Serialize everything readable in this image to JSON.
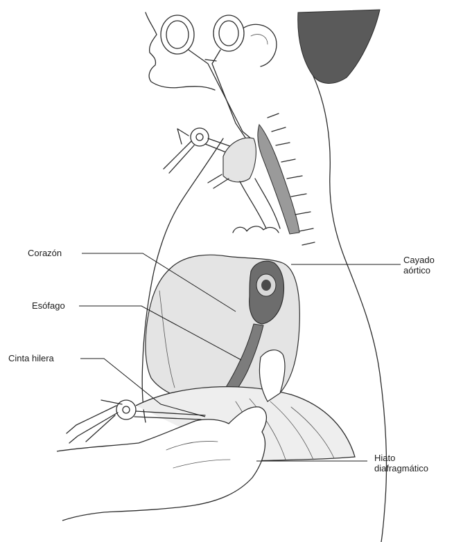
{
  "labels": {
    "corazon": "Corazón",
    "esofago": "Esófago",
    "cinta_hilera": "Cinta hilera",
    "cayado_aortico_line1": "Cayado",
    "cayado_aortico_line2": "aórtico",
    "hiato_line1": "Hiato",
    "hiato_line2": "diafragmático"
  },
  "colors": {
    "hair": "#5a5a5a",
    "organ_shade": "#e4e4e4",
    "organ_dark": "#6d6d6d"
  }
}
